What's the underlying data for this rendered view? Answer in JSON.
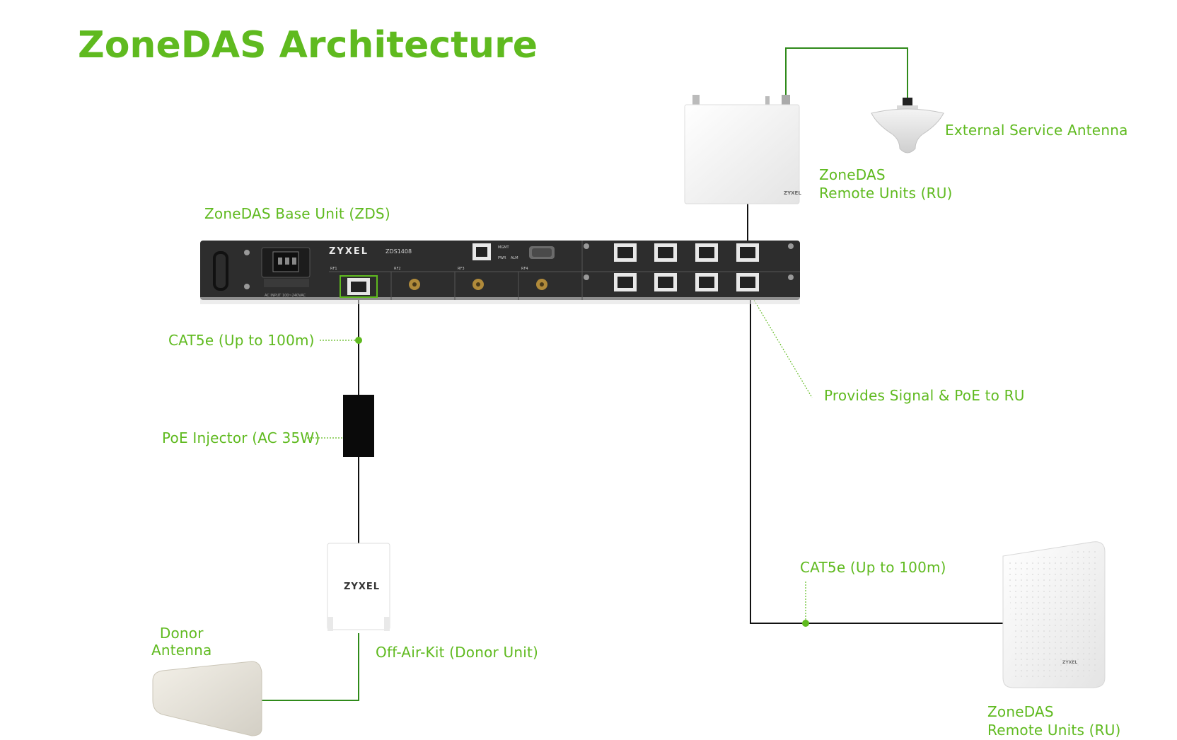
{
  "title": "ZoneDAS Architecture",
  "colors": {
    "accent": "#5fba1f",
    "cable": "#111111",
    "device_dark": "#2d2d2d",
    "device_light": "#f2f2f2"
  },
  "labels": {
    "external_antenna": "External Service Antenna",
    "remote_unit_top_line1": "ZoneDAS",
    "remote_unit_top_line2": "Remote Units (RU)",
    "base_unit": "ZoneDAS Base Unit (ZDS)",
    "cat5e_left": "CAT5e (Up to 100m)",
    "poe_injector": "PoE Injector (AC 35W)",
    "provides_signal": "Provides Signal & PoE to RU",
    "cat5e_right": "CAT5e (Up to 100m)",
    "donor_antenna_line1": "Donor",
    "donor_antenna_line2": "Antenna",
    "off_air_kit": "Off-Air-Kit (Donor Unit)",
    "remote_unit_bottom_line1": "ZoneDAS",
    "remote_unit_bottom_line2": "Remote Units (RU)"
  },
  "device_text": {
    "brand": "ZYXEL",
    "model": "ZDS1408",
    "mgmt": "MGMT",
    "pwr": "PWR",
    "alm": "ALM",
    "rf1": "RF1",
    "rf2": "RF2",
    "rf3": "RF3",
    "rf4": "RF4",
    "ac_input": "AC INPUT 100~240VAC"
  },
  "icons": [
    "external-antenna-icon",
    "remote-unit-icon",
    "base-unit-icon",
    "poe-injector-icon",
    "off-air-kit-icon",
    "donor-antenna-icon"
  ]
}
